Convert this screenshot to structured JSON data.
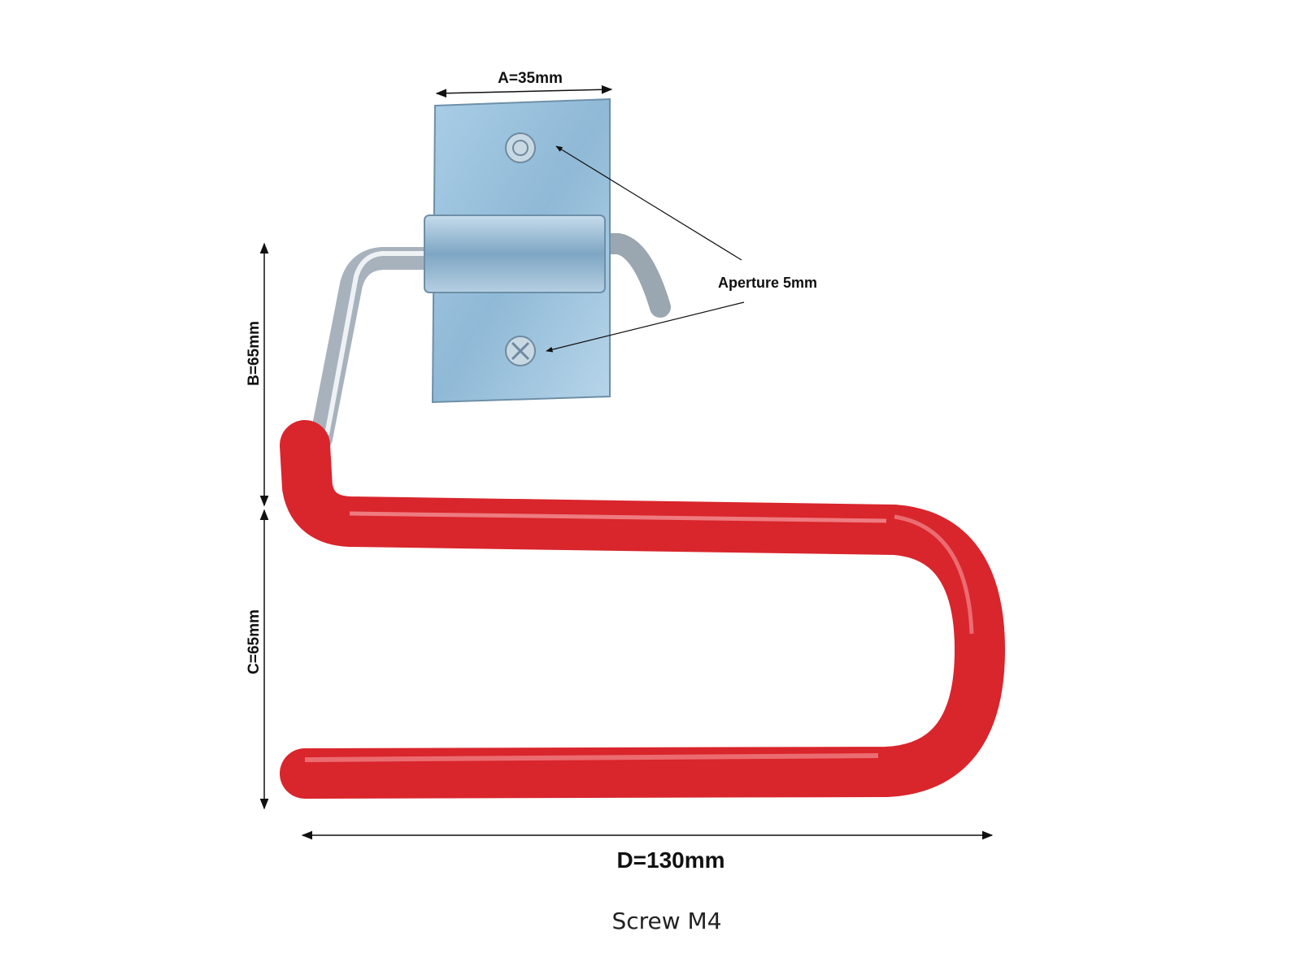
{
  "dimensions": {
    "a": "A=35mm",
    "b": "B=65mm",
    "c": "C=65mm",
    "d": "D=130mm"
  },
  "aperture_label": "Aperture 5mm",
  "caption": "Screw M4",
  "colors": {
    "tube_red": "#e0242b",
    "plate_blue": "#9cc3dd",
    "steel": "#b8c2cc"
  }
}
